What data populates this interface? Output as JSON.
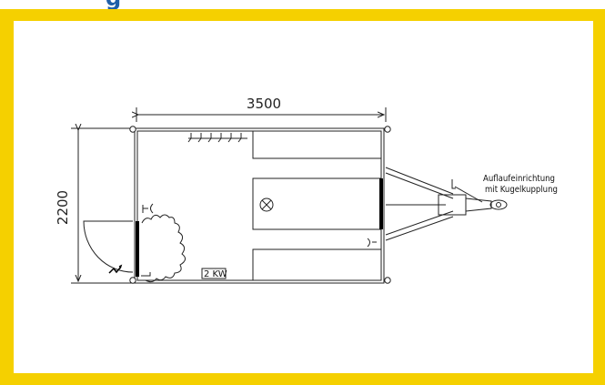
{
  "heading": "g",
  "colors": {
    "frame": "#f5d000",
    "heading": "#1f5fa8",
    "lines": "#222222"
  },
  "dimensions": {
    "length": "3500",
    "width": "2200"
  },
  "labels": {
    "generator": "2 KW",
    "coupling_line1": "Auflaufeinrichtung",
    "coupling_line2": "mit Kugelkupplung"
  }
}
